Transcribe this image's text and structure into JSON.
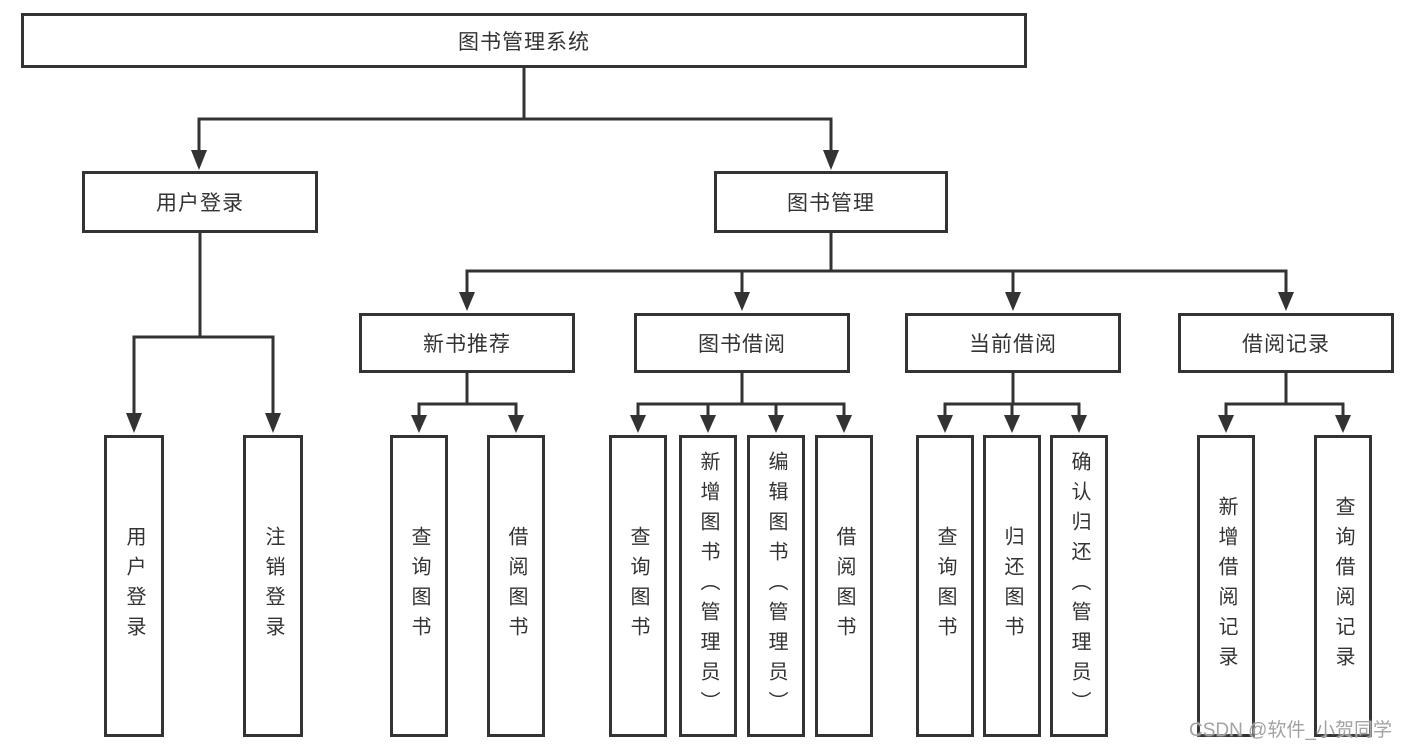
{
  "colors": {
    "stroke": "#333333",
    "text": "#333333",
    "node_bg": "#ffffff",
    "page_bg": "#ffffff",
    "watermark": "#a3a3a3"
  },
  "watermark": {
    "text": "CSDN @软件_小贺同学"
  },
  "tree": {
    "root": {
      "label": "图书管理系统",
      "children": [
        {
          "label": "用户登录",
          "children": [
            {
              "label": "用户登录"
            },
            {
              "label": "注销登录"
            }
          ]
        },
        {
          "label": "图书管理",
          "children": [
            {
              "label": "新书推荐",
              "children": [
                {
                  "label": "查询图书"
                },
                {
                  "label": "借阅图书"
                }
              ]
            },
            {
              "label": "图书借阅",
              "children": [
                {
                  "label": "查询图书"
                },
                {
                  "label": "新增图书（管理员）"
                },
                {
                  "label": "编辑图书（管理员）"
                },
                {
                  "label": "借阅图书"
                }
              ]
            },
            {
              "label": "当前借阅",
              "children": [
                {
                  "label": "查询图书"
                },
                {
                  "label": "归还图书"
                },
                {
                  "label": "确认归还（管理员）"
                }
              ]
            },
            {
              "label": "借阅记录",
              "children": [
                {
                  "label": "新增借阅记录"
                },
                {
                  "label": "查询借阅记录"
                }
              ]
            }
          ]
        }
      ]
    }
  }
}
